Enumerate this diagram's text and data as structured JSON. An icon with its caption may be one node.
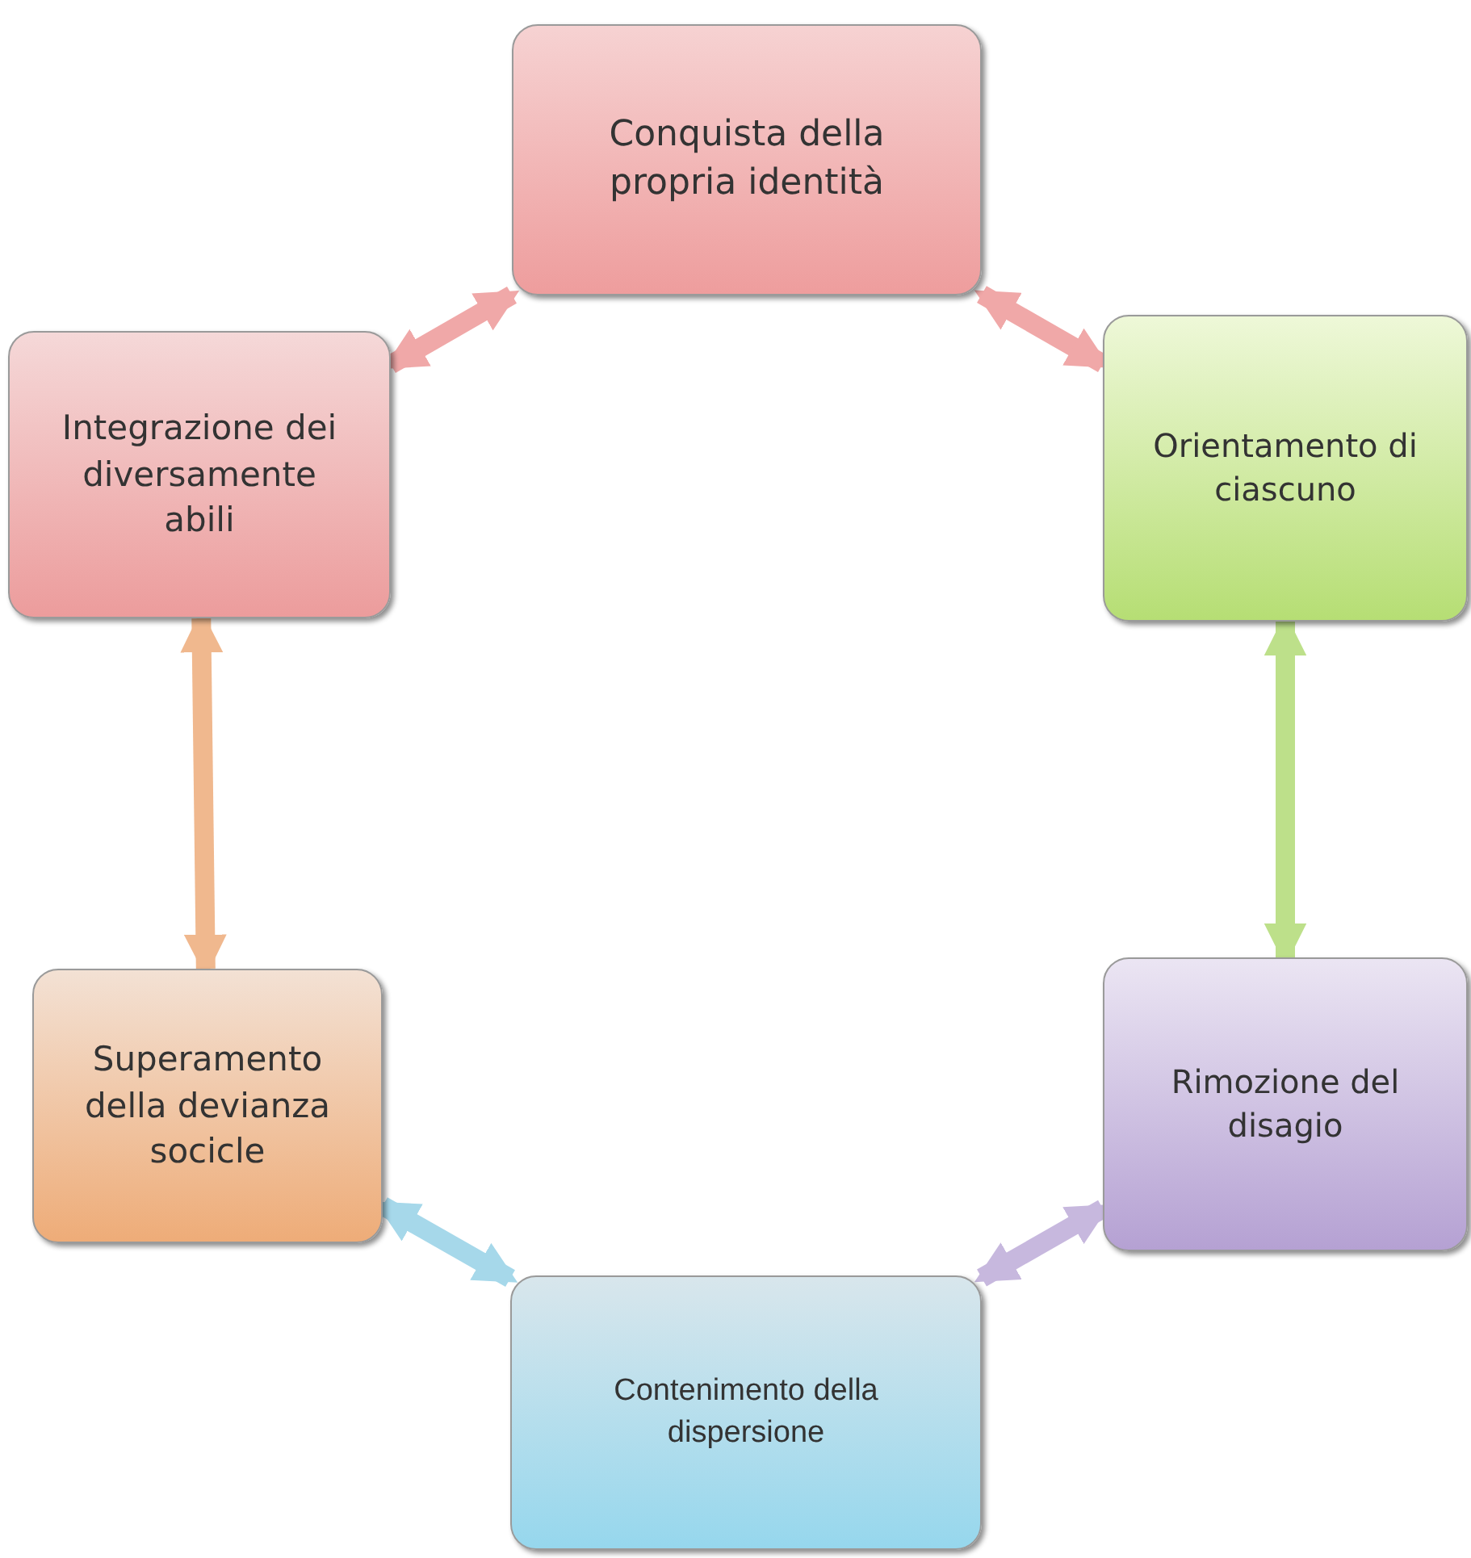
{
  "diagram": {
    "nodes": [
      {
        "text": [
          "Conquista della propria identità"
        ]
      },
      {
        "text": [
          "Orientamento di ciascuno"
        ]
      },
      {
        "text": [
          "Rimozione del disagio"
        ]
      },
      {
        "text": [
          "Contenimento della dispersione"
        ]
      },
      {
        "text": [
          "Superamento della devianza socicle"
        ]
      },
      {
        "text": [
          "Integrazione dei diversamente abili"
        ]
      }
    ],
    "edges": [
      {
        "from": 0,
        "to": 1,
        "arrow": "both",
        "color": "#f0a8a8"
      },
      {
        "from": 1,
        "to": 2,
        "arrow": "both",
        "color": "#bde08a"
      },
      {
        "from": 2,
        "to": 3,
        "arrow": "both",
        "color": "#c7b8de"
      },
      {
        "from": 3,
        "to": 4,
        "arrow": "both",
        "color": "#a6d8ea"
      },
      {
        "from": 4,
        "to": 5,
        "arrow": "both",
        "color": "#f0b88e"
      },
      {
        "from": 5,
        "to": 0,
        "arrow": "both",
        "color": "#f0a8a8"
      }
    ]
  }
}
